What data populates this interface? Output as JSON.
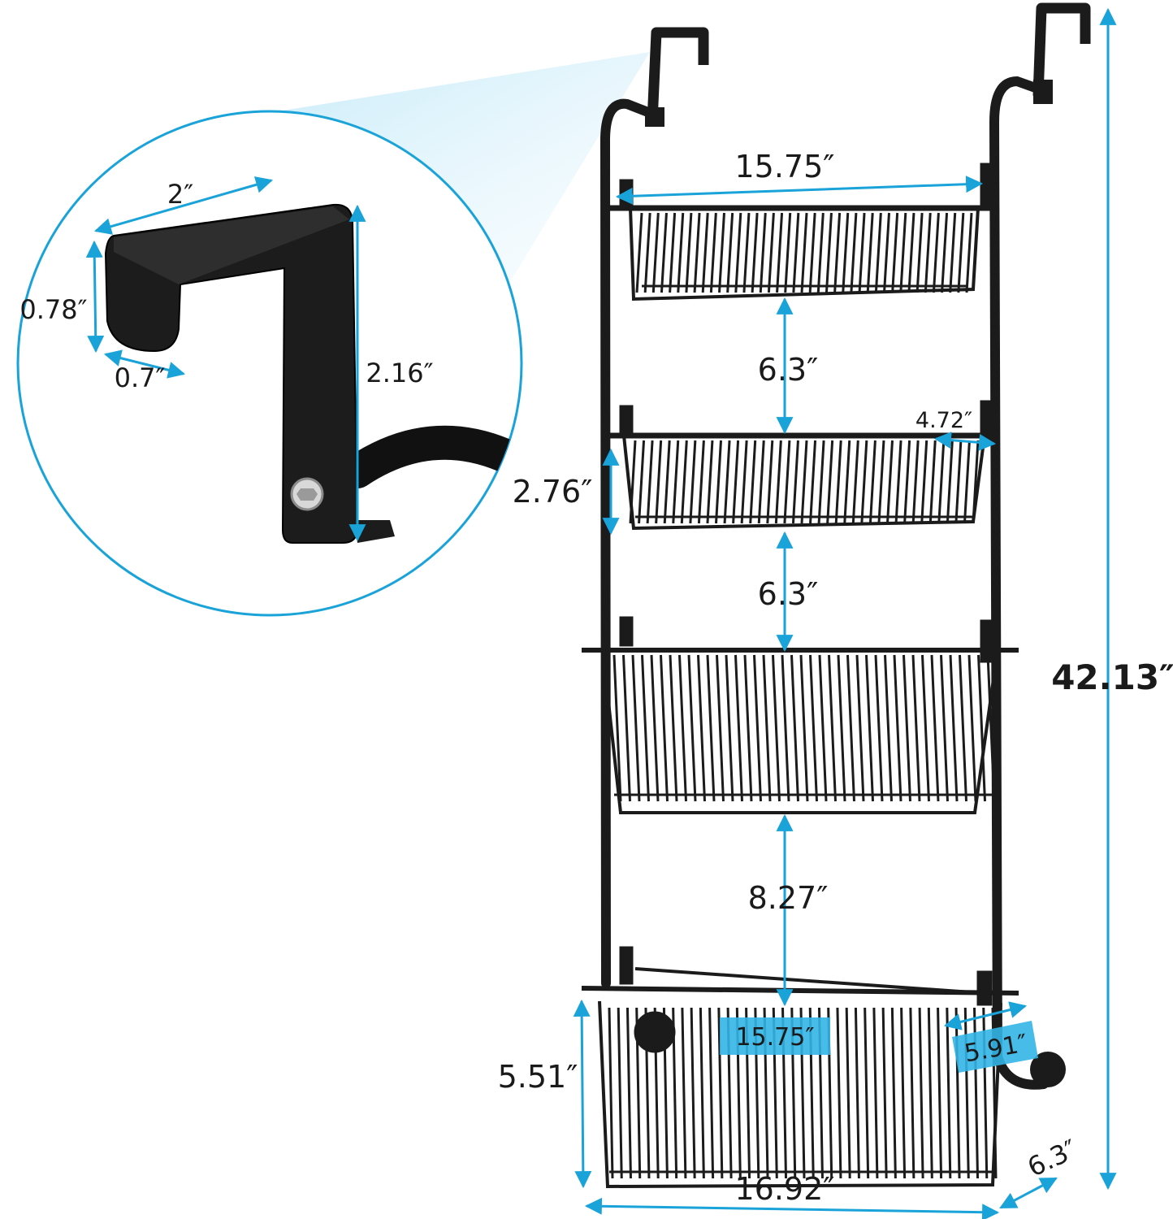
{
  "colors": {
    "accent": "#1aa3d9",
    "frame": "#1b1b1b",
    "highlight": "#33b5e5",
    "background": "#ffffff"
  },
  "inset": {
    "hook_width": "2″",
    "hook_lip_height": "0.78″",
    "hook_lip_depth": "0.7″",
    "hook_drop": "2.16″"
  },
  "rack": {
    "top_basket_width": "15.75″",
    "gap_1": "6.3″",
    "basket_depth_small": "4.72″",
    "small_basket_height": "2.76″",
    "gap_2": "6.3″",
    "gap_3": "8.27″",
    "bottom_basket_inner_width": "15.75″",
    "bottom_basket_depth": "5.91″",
    "bottom_basket_height": "5.51″",
    "overall_width": "16.92″",
    "overall_depth": "6.3″",
    "overall_height": "42.13″"
  }
}
